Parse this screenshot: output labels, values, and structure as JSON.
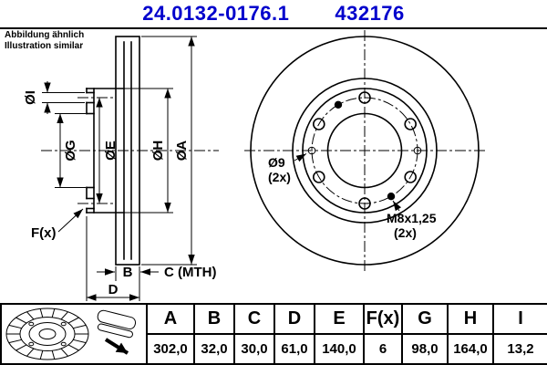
{
  "header": {
    "part_number": "24.0132-0176.1",
    "ref_number": "432176"
  },
  "note": {
    "line1": "Abbildung ähnlich",
    "line2": "Illustration similar"
  },
  "drawing": {
    "section": {
      "dia_i": "ØI",
      "dia_g": "ØG",
      "dia_e": "ØE",
      "dia_h": "ØH",
      "dia_a": "ØA",
      "f_label": "F(x)",
      "b_label": "B",
      "c_label": "C (MTH)",
      "d_label": "D"
    },
    "front": {
      "hole1_dia": "Ø9",
      "hole1_qty": "(2x)",
      "hole2_thread": "M8x1,25",
      "hole2_qty": "(2x)"
    }
  },
  "table": {
    "columns": [
      "A",
      "B",
      "C",
      "D",
      "E",
      "F(x)",
      "G",
      "H",
      "I"
    ],
    "values": [
      "302,0",
      "32,0",
      "30,0",
      "61,0",
      "140,0",
      "6",
      "98,0",
      "164,0",
      "13,2"
    ]
  },
  "colors": {
    "accent": "#0000cc",
    "line": "#000000"
  }
}
